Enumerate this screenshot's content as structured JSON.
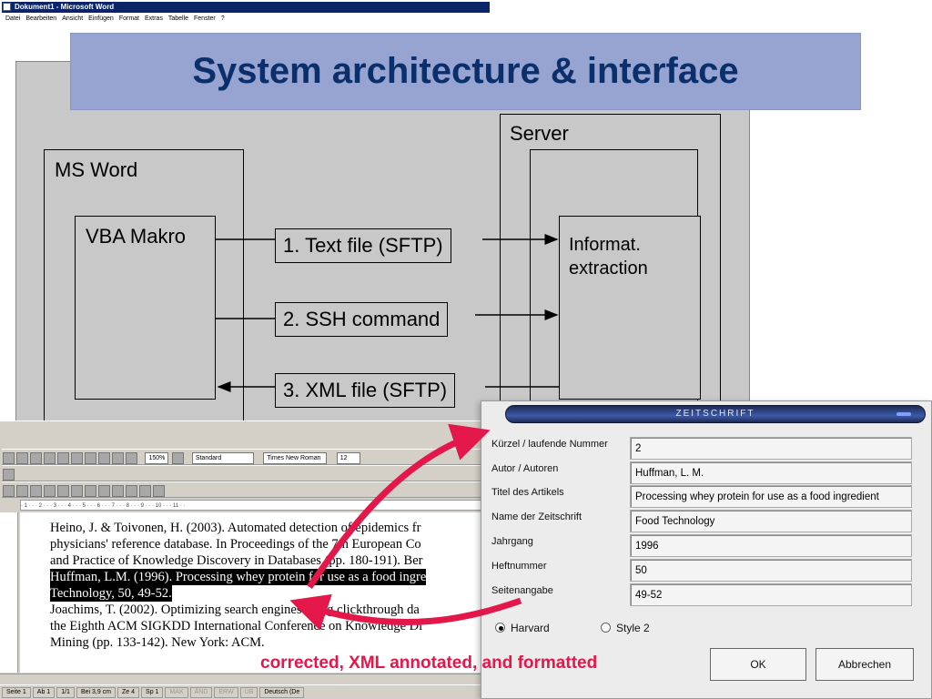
{
  "slide": {
    "title": "System architecture & interface",
    "caption": "corrected, XML annotated, and formatted"
  },
  "diagram": {
    "server_label": "Server",
    "ms_word_label": "MS Word",
    "vba_label": "VBA Makro",
    "info_extraction_label": "Informat. extraction",
    "step1": "1. Text file (SFTP)",
    "step2": "2. SSH command",
    "step3": "3. XML file (SFTP)"
  },
  "word": {
    "window_title": "Dokument1 - Microsoft Word",
    "menu": [
      "Datei",
      "Bearbeiten",
      "Ansicht",
      "Einfügen",
      "Format",
      "Extras",
      "Tabelle",
      "Fenster",
      "?"
    ],
    "zoom": "150%",
    "style": "Standard",
    "font": "Times New Roman",
    "font_size": "12",
    "ruler": "· 1 · · · 2 · · · 3 · · · 4 · · · 5 · · · 6 · · · 7 · · · 8 · · · 9 · · · 10 · · · 11 · ·",
    "references": [
      "Heino, J. & Toivonen, H. (2003). Automated detection of epidemics fr",
      "physicians' reference database. In Proceedings of the 7th European Co",
      "and Practice of Knowledge Discovery in Databases (pp. 180-191). Ber",
      "Huffman, L.M. (1996). Processing whey protein for use as a food ingre",
      "Technology, 50, 49-52.",
      "Joachims, T. (2002). Optimizing search engines using clickthrough da",
      "the Eighth ACM SIGKDD International Conference on Knowledge Di",
      "Mining (pp. 133-142). New York: ACM."
    ],
    "status": [
      "Seite 1",
      "Ab 1",
      "1/1",
      "Bei 3,9 cm",
      "Ze 4",
      "Sp 1",
      "MAK",
      "ÄND",
      "ERW",
      "ÜB",
      "Deutsch (De"
    ]
  },
  "dialog": {
    "title": "ZEITSCHRIFT",
    "fields": [
      {
        "label": "Kürzel / laufende Nummer",
        "value": "2"
      },
      {
        "label": "Autor / Autoren",
        "value": "Huffman, L. M."
      },
      {
        "label": "Titel des Artikels",
        "value": "Processing whey protein for use as a food ingredient"
      },
      {
        "label": "Name der Zeitschrift",
        "value": "Food Technology"
      },
      {
        "label": "Jahrgang",
        "value": "1996"
      },
      {
        "label": "Heftnummer",
        "value": "50"
      },
      {
        "label": "Seitenangabe",
        "value": "49-52"
      }
    ],
    "radio_harvard": "Harvard",
    "radio_style2": "Style 2",
    "ok_label": "OK",
    "cancel_label": "Abbrechen"
  },
  "colors": {
    "title_banner": "#97a4d1",
    "title_text": "#0b2f6b",
    "arrow_red": "#e4174b",
    "diagram_bg": "#c8c8c8"
  }
}
